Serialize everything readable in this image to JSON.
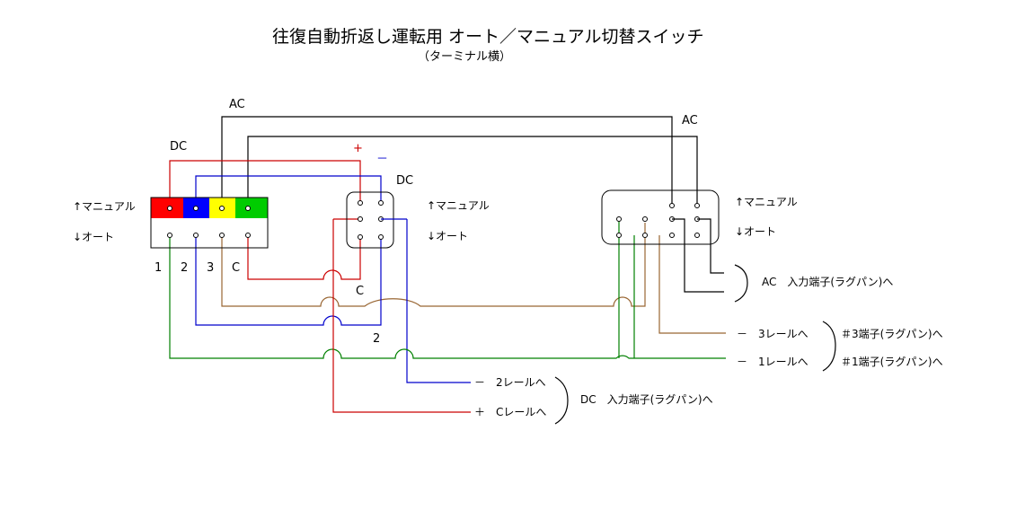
{
  "title": "往復自動折返し運転用 オート／マニュアル切替スイッチ",
  "subtitle": "（ターミナル横）",
  "labels": {
    "ac_top": "AC",
    "ac_right": "AC",
    "dc": "DC",
    "dc_switch": "DC",
    "plus": "+",
    "minus": "－",
    "manual": "↑マニュアル",
    "auto": "↓オート",
    "n1": "1",
    "n2": "2",
    "n3": "3",
    "nc": "C",
    "c_mid": "C",
    "two_mid": "2",
    "minus_3rail": "－　3レールへ",
    "minus_1rail": "－　1レールへ",
    "minus_2rail": "－　2レールへ",
    "plus_crail": "＋　Cレールへ",
    "ac_input": "AC　入力端子(ラグパン)へ",
    "dc_input": "DC　入力端子(ラグパン)へ",
    "t3": "＃3端子(ラグパン)へ",
    "t1": "＃1端子(ラグパン)へ"
  },
  "colors": {
    "red": "#ff0000",
    "blue": "#0000ff",
    "yellow": "#ffff00",
    "green": "#00cc00",
    "wire_red": "#cc0000",
    "wire_blue": "#0000cc",
    "wire_brown": "#996633",
    "wire_green": "#008000",
    "wire_black": "#000000"
  }
}
